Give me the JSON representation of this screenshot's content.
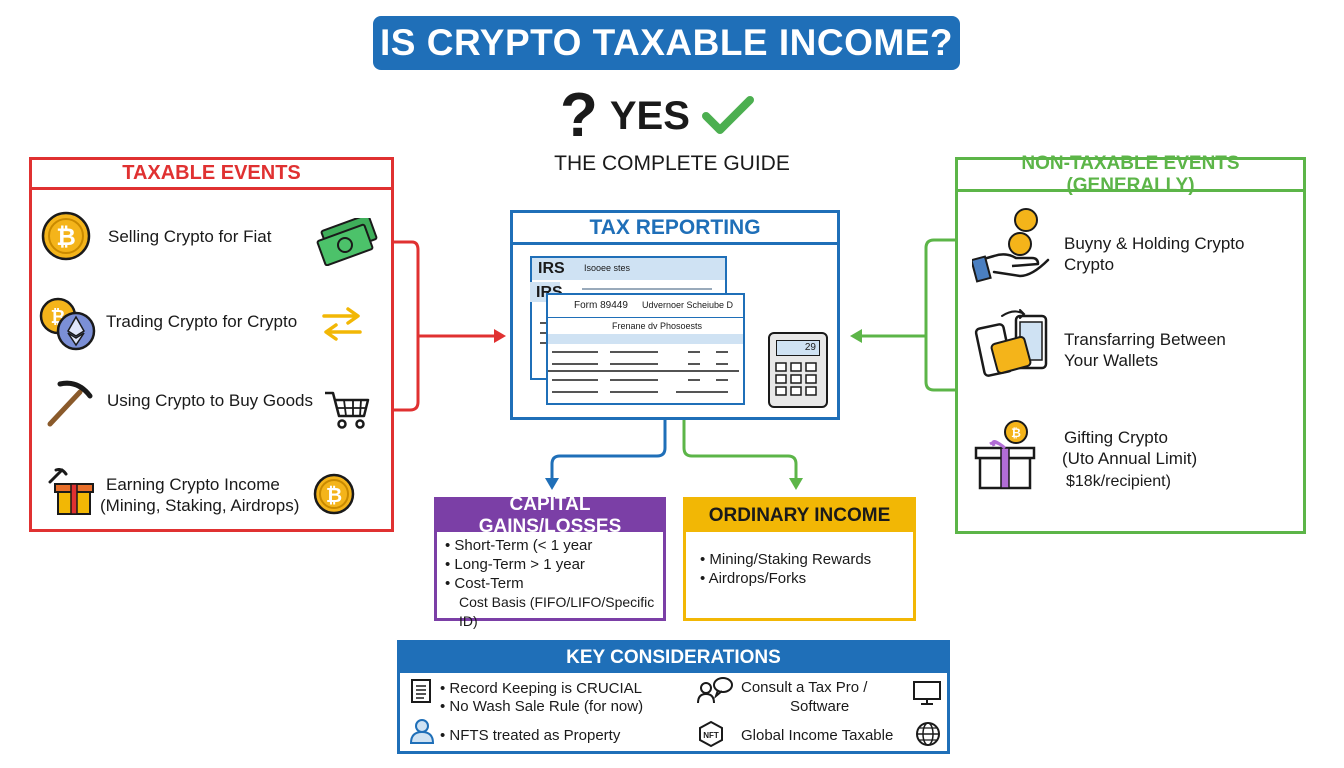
{
  "title": "IS CRYPTO TAXABLE INCOME?",
  "answer": {
    "qmark": "?",
    "yes": "YES"
  },
  "subtitle": "THE COMPLETE GUIDE",
  "taxable": {
    "heading": "TAXABLE EVENTS",
    "items": [
      {
        "label": "Selling Crypto for Fiat"
      },
      {
        "label": "Trading Crypto for Crypto"
      },
      {
        "label": "Using Crypto to Buy Goods"
      },
      {
        "label_line1": "Earning Crypto Income",
        "label_line2": "(Mining, Staking, Airdrops)"
      }
    ]
  },
  "non_taxable": {
    "heading": "NON-TAXABLE EVENTS (GENERALLY)",
    "items": [
      {
        "line1": "Buyny & Holding Crypto",
        "line2": "Crypto"
      },
      {
        "line1": "Transfarring Between",
        "line2": "Your Wallets"
      },
      {
        "line1": "Gifting Crypto",
        "line2": "(Uto Annual Limit)",
        "line3": "$18k/recipient)"
      }
    ]
  },
  "tax_reporting": {
    "heading": "TAX REPORTING",
    "form_irs_1": "IRS",
    "form_irs_2": "IRS",
    "form_header_small": "Isooee stes",
    "form_number": "Form 89449",
    "form_schedule": "Udvernoer  Scheiube D",
    "form_subtitle": "Frenane dv Phosoests",
    "calculator_display": "29"
  },
  "capital_gains": {
    "heading": "CAPITAL GAINS/LOSSES",
    "bullets": [
      "Short-Term (< 1 year",
      "Long-Term > 1 year",
      "Cost-Term"
    ],
    "note": "Cost Basis (FIFO/LIFO/Specific ID)"
  },
  "ordinary_income": {
    "heading": "ORDINARY INCOME",
    "bullets": [
      "Mining/Staking Rewards",
      "Airdrops/Forks"
    ]
  },
  "key_considerations": {
    "heading": "KEY CONSIDERATIONS",
    "left": [
      "Record Keeping is CRUCIAL",
      "No Wash Sale Rule (for now)",
      "NFTS treated as Property"
    ],
    "right_line1": "Consult a Tax Pro /",
    "right_line2": "Software",
    "right_global": "Global Income Taxable",
    "nft_badge": "NFT"
  },
  "colors": {
    "blue": "#1f6fb8",
    "red": "#e03131",
    "green": "#5cb548",
    "purple": "#7b3fa6",
    "gold": "#f2b705",
    "coin": "#f4b41a"
  },
  "icons": [
    "bitcoin-coin-icon",
    "money-bills-icon",
    "ethereum-coin-icon",
    "swap-arrows-icon",
    "pickaxe-icon",
    "shopping-cart-icon",
    "gift-icon",
    "hand-coins-icon",
    "phone-wallet-icon",
    "calculator-icon",
    "checkmark-icon",
    "document-icon",
    "person-icon",
    "chat-person-icon",
    "monitor-icon",
    "globe-icon"
  ]
}
